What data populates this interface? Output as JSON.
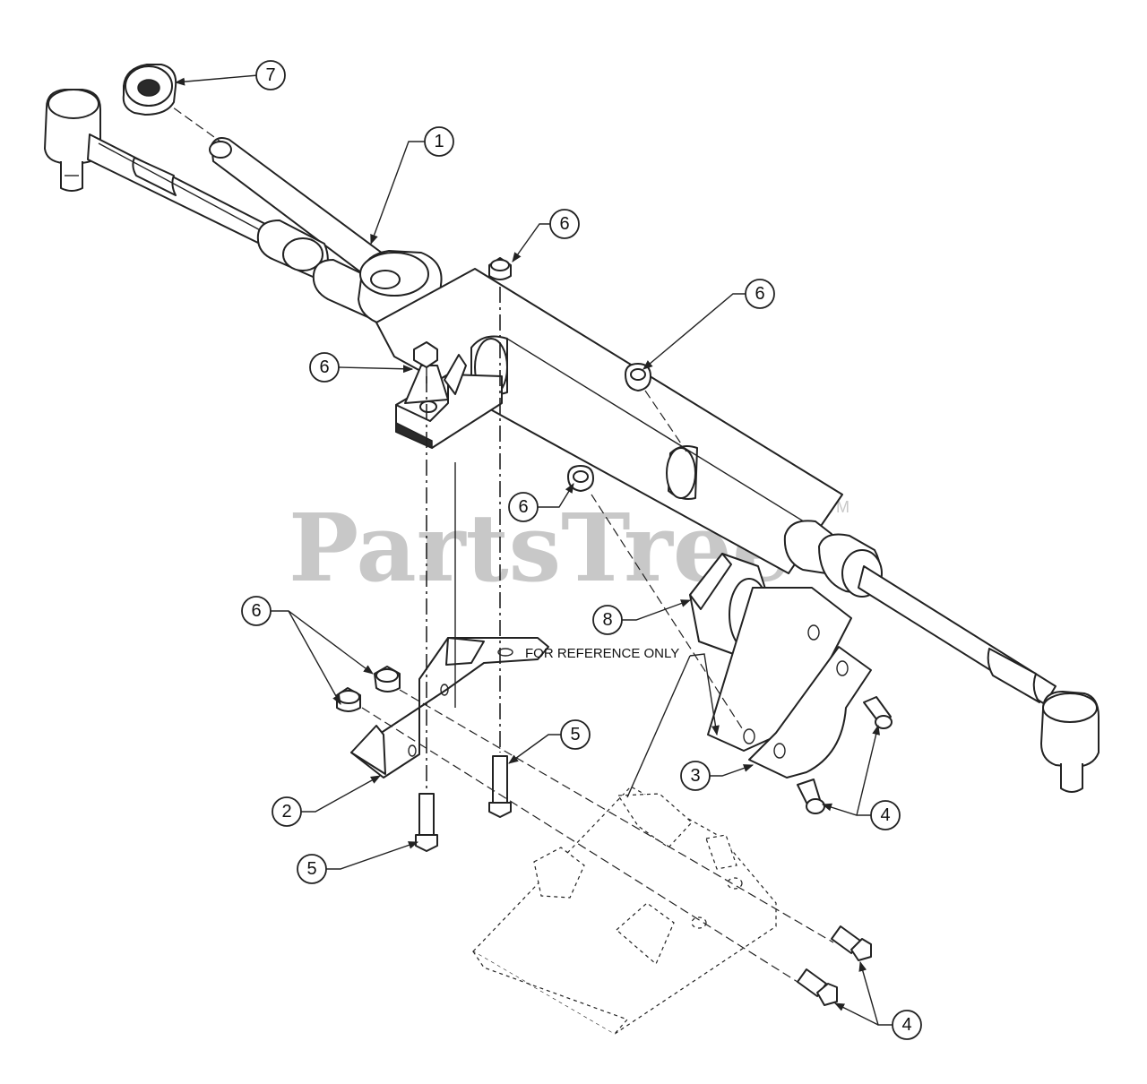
{
  "watermark": {
    "text": "PartsTree",
    "trademark": "TM"
  },
  "note": "FOR REFERENCE ONLY",
  "callouts": {
    "c1": "1",
    "c2": "2",
    "c3": "3",
    "c4a": "4",
    "c4b": "4",
    "c5a": "5",
    "c5b": "5",
    "c6a": "6",
    "c6b": "6",
    "c6c": "6",
    "c6d": "6",
    "c6e": "6",
    "c7": "7",
    "c8": "8"
  }
}
